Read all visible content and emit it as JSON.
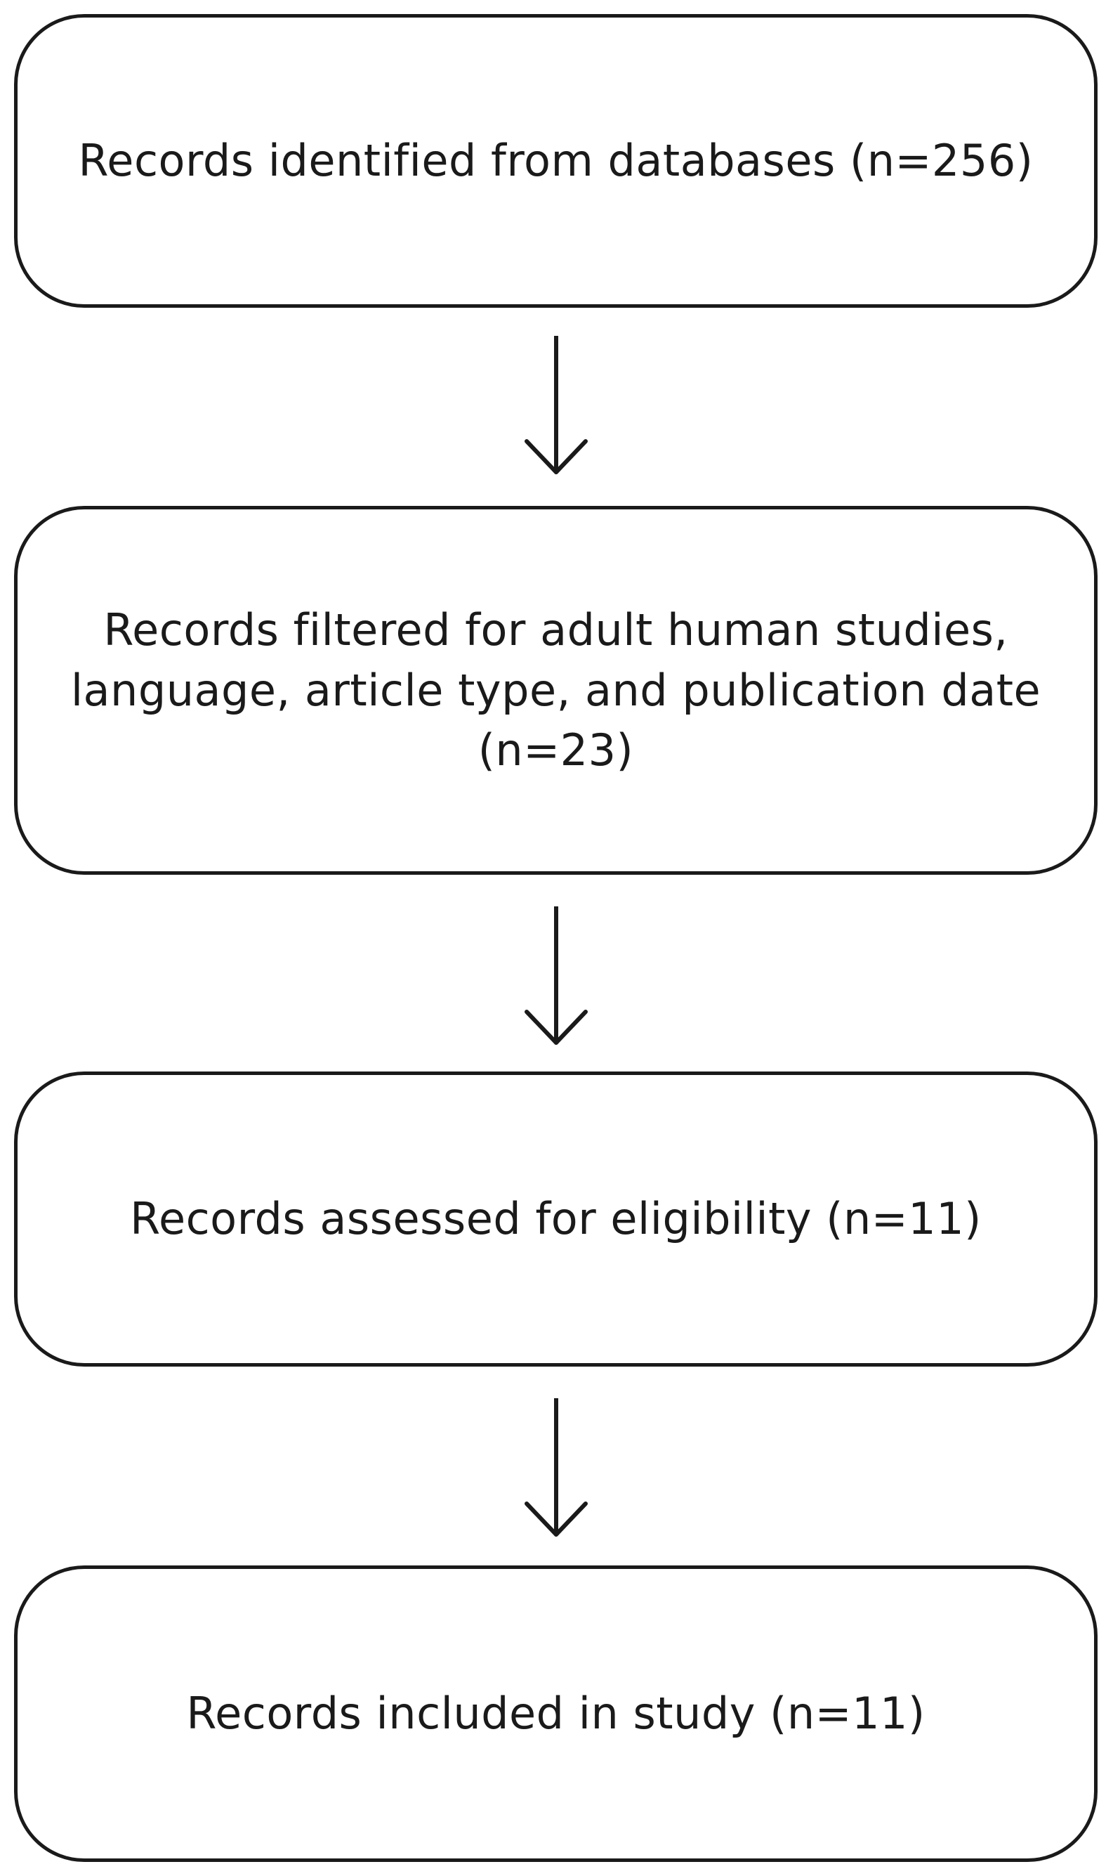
{
  "flowchart": {
    "steps": [
      {
        "label": "Records identified from databases (n=256)"
      },
      {
        "label": "Records filtered for adult human studies, language, article type, and publication date (n=23)"
      },
      {
        "label": "Records assessed for eligibility (n=11)"
      },
      {
        "label": "Records included in study (n=11)"
      }
    ]
  },
  "colors": {
    "stroke": "#1a1a1a",
    "background": "#ffffff"
  },
  "icons": {
    "connector": "down-arrow-icon"
  }
}
